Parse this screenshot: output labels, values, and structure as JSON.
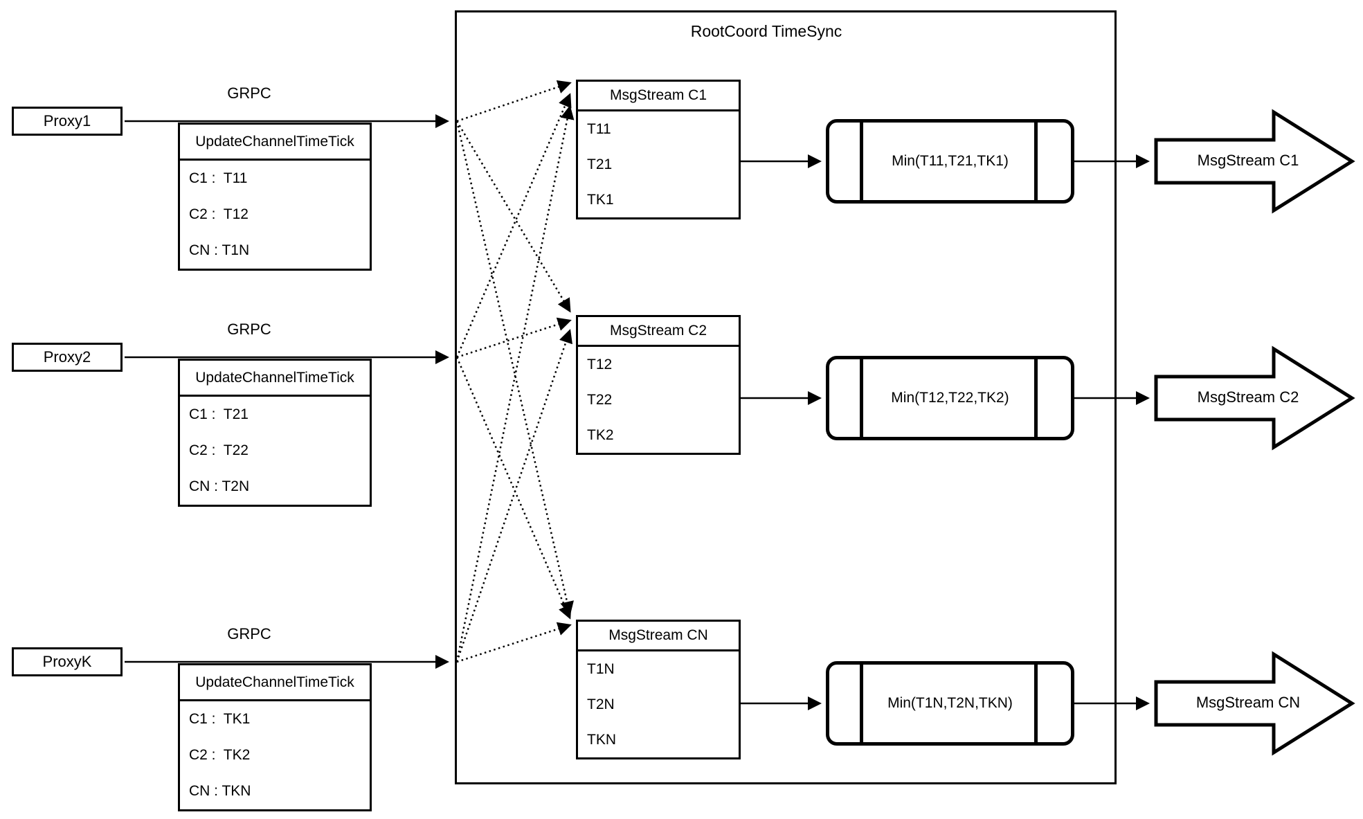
{
  "title": "RootCoord TimeSync",
  "proxies": [
    {
      "name": "Proxy1",
      "protocol": "GRPC",
      "table": {
        "header": "UpdateChannelTimeTick",
        "rows": [
          "C1 :  T11",
          "C2 :  T12",
          "CN : T1N"
        ]
      }
    },
    {
      "name": "Proxy2",
      "protocol": "GRPC",
      "table": {
        "header": "UpdateChannelTimeTick",
        "rows": [
          "C1 :  T21",
          "C2 :  T22",
          "CN : T2N"
        ]
      }
    },
    {
      "name": "ProxyK",
      "protocol": "GRPC",
      "table": {
        "header": "UpdateChannelTimeTick",
        "rows": [
          "C1 :  TK1",
          "C2 :  TK2",
          "CN : TKN"
        ]
      }
    }
  ],
  "streams": [
    {
      "header": "MsgStream C1",
      "ticks": [
        "T11",
        "T21",
        "TK1"
      ],
      "min_label": "Min(T11,T21,TK1)",
      "output": "MsgStream C1"
    },
    {
      "header": "MsgStream C2",
      "ticks": [
        "T12",
        "T22",
        "TK2"
      ],
      "min_label": "Min(T12,T22,TK2)",
      "output": "MsgStream C2"
    },
    {
      "header": "MsgStream CN",
      "ticks": [
        "T1N",
        "T2N",
        "TKN"
      ],
      "min_label": "Min(T1N,T2N,TKN)",
      "output": "MsgStream CN"
    }
  ]
}
